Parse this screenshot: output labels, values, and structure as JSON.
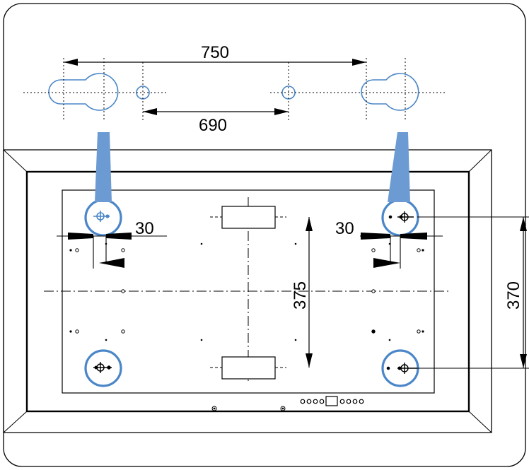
{
  "diagram": {
    "type": "wall-mount-bracket-drawing",
    "dimensions": {
      "outer_keyhole_spacing": "750",
      "inner_hole_spacing": "690",
      "left_offset": "30",
      "right_offset": "30",
      "vertical_hole_spacing": "375",
      "mount_height": "370"
    },
    "colors": {
      "line": "#000000",
      "highlight": "#4a86c8",
      "callout": "#6c9bd3",
      "background": "#ffffff"
    }
  }
}
